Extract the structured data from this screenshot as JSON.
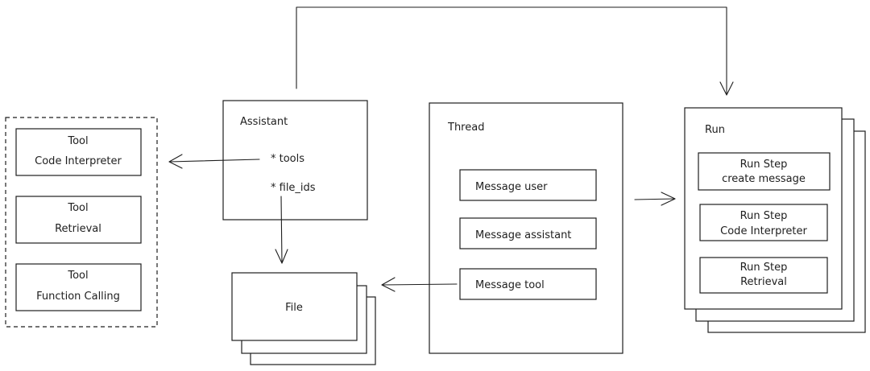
{
  "diagram": {
    "tools_group": {
      "code_interpreter": {
        "line1": "Tool",
        "line2": "Code Interpreter"
      },
      "retrieval": {
        "line1": "Tool",
        "line2": "Retrieval"
      },
      "function_calling": {
        "line1": "Tool",
        "line2": "Function Calling"
      }
    },
    "assistant": {
      "title": "Assistant",
      "items": [
        "* tools",
        "* file_ids"
      ]
    },
    "file": {
      "label": "File"
    },
    "thread": {
      "title": "Thread",
      "messages": [
        "Message  user",
        "Message  assistant",
        "Message  tool"
      ]
    },
    "run": {
      "title": "Run",
      "steps": [
        {
          "line1": "Run Step",
          "line2": "create message"
        },
        {
          "line1": "Run Step",
          "line2": "Code Interpreter"
        },
        {
          "line1": "Run Step",
          "line2": "Retrieval"
        }
      ]
    }
  },
  "colors": {
    "stroke": "#1e1e1e",
    "background": "#ffffff"
  }
}
